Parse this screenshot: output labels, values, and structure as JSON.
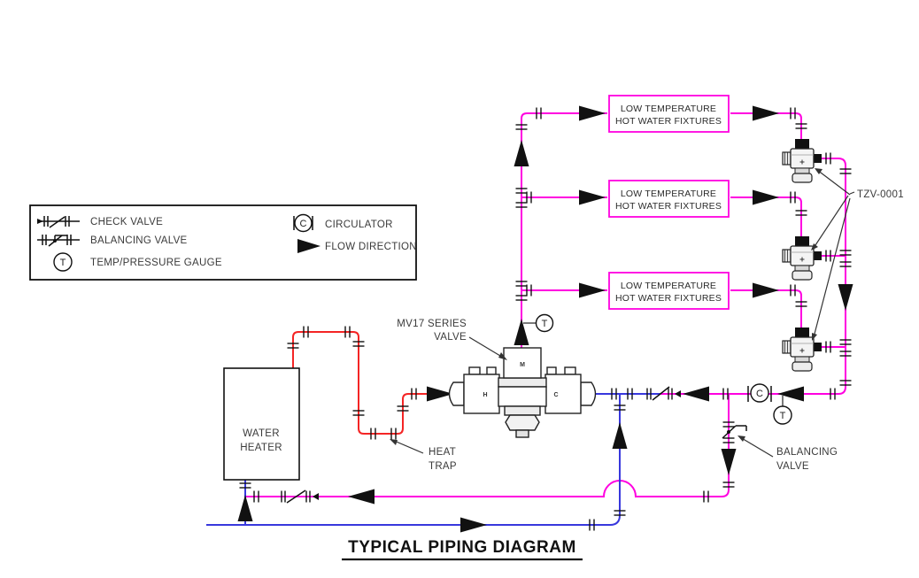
{
  "title": "TYPICAL PIPING DIAGRAM",
  "legend": {
    "check_valve": "CHECK VALVE",
    "balancing_valve": "BALANCING VALVE",
    "temp_pressure_gauge": "TEMP/PRESSURE GAUGE",
    "circulator": "CIRCULATOR",
    "flow_direction": "FLOW DIRECTION"
  },
  "equipment": {
    "water_heater": {
      "line1": "WATER",
      "line2": "HEATER"
    },
    "mv17_valve": {
      "line1": "MV17 SERIES",
      "line2": "VALVE",
      "port_hot": "H",
      "port_cold": "C",
      "actuator": "M"
    },
    "heat_trap": {
      "line1": "HEAT",
      "line2": "TRAP"
    },
    "balancing_valve_callout": {
      "line1": "BALANCING",
      "line2": "VALVE"
    },
    "tzv_tag": "TZV-0001"
  },
  "fixtures": [
    {
      "line1": "LOW TEMPERATURE",
      "line2": "HOT WATER FIXTURES"
    },
    {
      "line1": "LOW TEMPERATURE",
      "line2": "HOT WATER FIXTURES"
    },
    {
      "line1": "LOW TEMPERATURE",
      "line2": "HOT WATER FIXTURES"
    }
  ],
  "gauges": {
    "temp": "T",
    "circ": "C"
  },
  "colors": {
    "hot_supply": "#f42525",
    "mixed_supply": "#ff00e0",
    "cold_supply": "#3838dd",
    "symbol": "#111111"
  }
}
